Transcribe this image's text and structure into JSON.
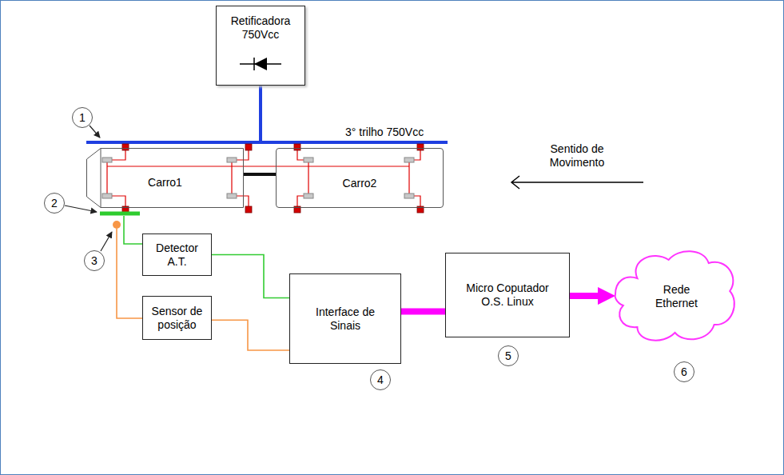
{
  "diagram": {
    "nodes": [
      {
        "text": [
          "Retificadora 750Vcc"
        ]
      },
      {
        "text": [
          "Carro1"
        ]
      },
      {
        "text": [
          "Carro2"
        ]
      },
      {
        "text": [
          "Detector A.T."
        ]
      },
      {
        "text": [
          "Sensor de posição"
        ]
      },
      {
        "text": [
          "Interface de Sinais"
        ]
      },
      {
        "text": [
          "Micro Coputador O.S. Linux"
        ]
      },
      {
        "text": [
          "Rede Ethernet"
        ]
      }
    ],
    "edges": [
      {
        "from": 1,
        "to": 2,
        "arrow": "none"
      },
      {
        "from": 3,
        "to": 5,
        "arrow": "none"
      },
      {
        "from": 4,
        "to": 5,
        "arrow": "none"
      },
      {
        "from": 5,
        "to": 6,
        "arrow": "none"
      },
      {
        "from": 6,
        "to": 7,
        "arrow": "to"
      }
    ],
    "labels": [
      "1",
      "3° trilho 750Vcc",
      "2",
      "3",
      "Sentido de Movimento",
      "4",
      "5",
      "6"
    ]
  }
}
